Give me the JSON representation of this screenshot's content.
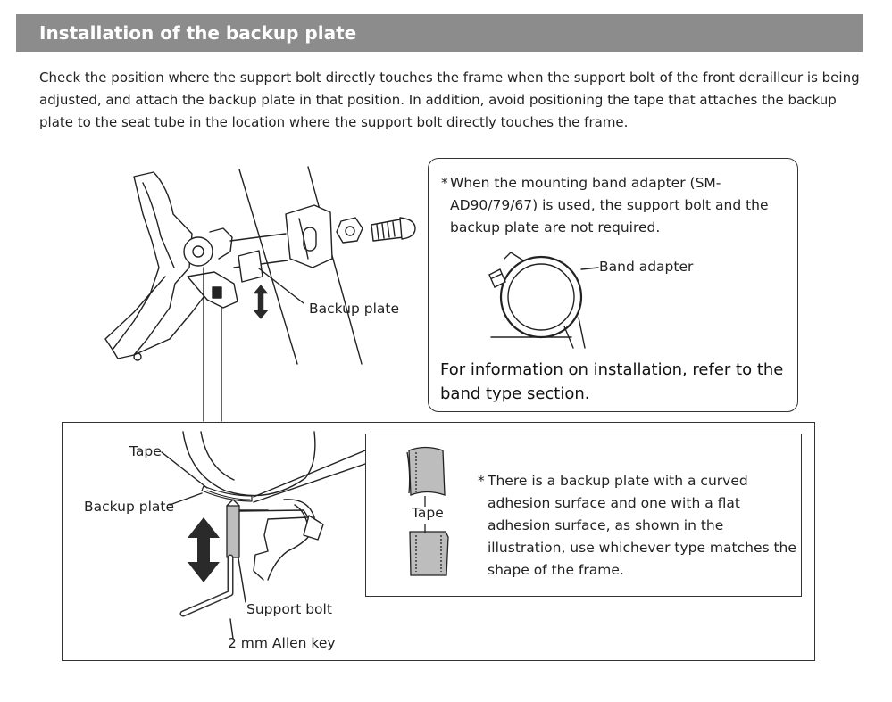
{
  "section": {
    "title": "Installation of the backup plate"
  },
  "intro": "Check the position where the support bolt directly touches the frame when the support bolt of the front derailleur is being adjusted, and attach the backup plate in that position. In addition, avoid positioning the tape that attaches the backup plate to the seat tube in the location where the support bolt directly touches the frame.",
  "top_figure": {
    "backup_plate_label": "Backup plate"
  },
  "note_box": {
    "star": "*",
    "text": "When the mounting band adapter (SM-AD90/79/67) is used, the support bolt and the backup plate are not required.",
    "band_adapter_label": "Band adapter",
    "info": "For information on installation, refer to the band type section."
  },
  "detail_figure": {
    "tape_label": "Tape",
    "backup_plate_label": "Backup plate",
    "support_bolt_label": "Support bolt",
    "allen_key_label": "2 mm Allen key"
  },
  "plate_types": {
    "tape_label": "Tape",
    "star": "*",
    "text": "There is a backup plate with a curved adhesion surface and one with a flat adhesion surface, as shown in the illustration, use whichever type matches the shape of the frame."
  },
  "colors": {
    "header_bg": "#8c8c8c",
    "plate_fill": "#bdbdbd",
    "arrow_fill": "#2a2a2a"
  }
}
